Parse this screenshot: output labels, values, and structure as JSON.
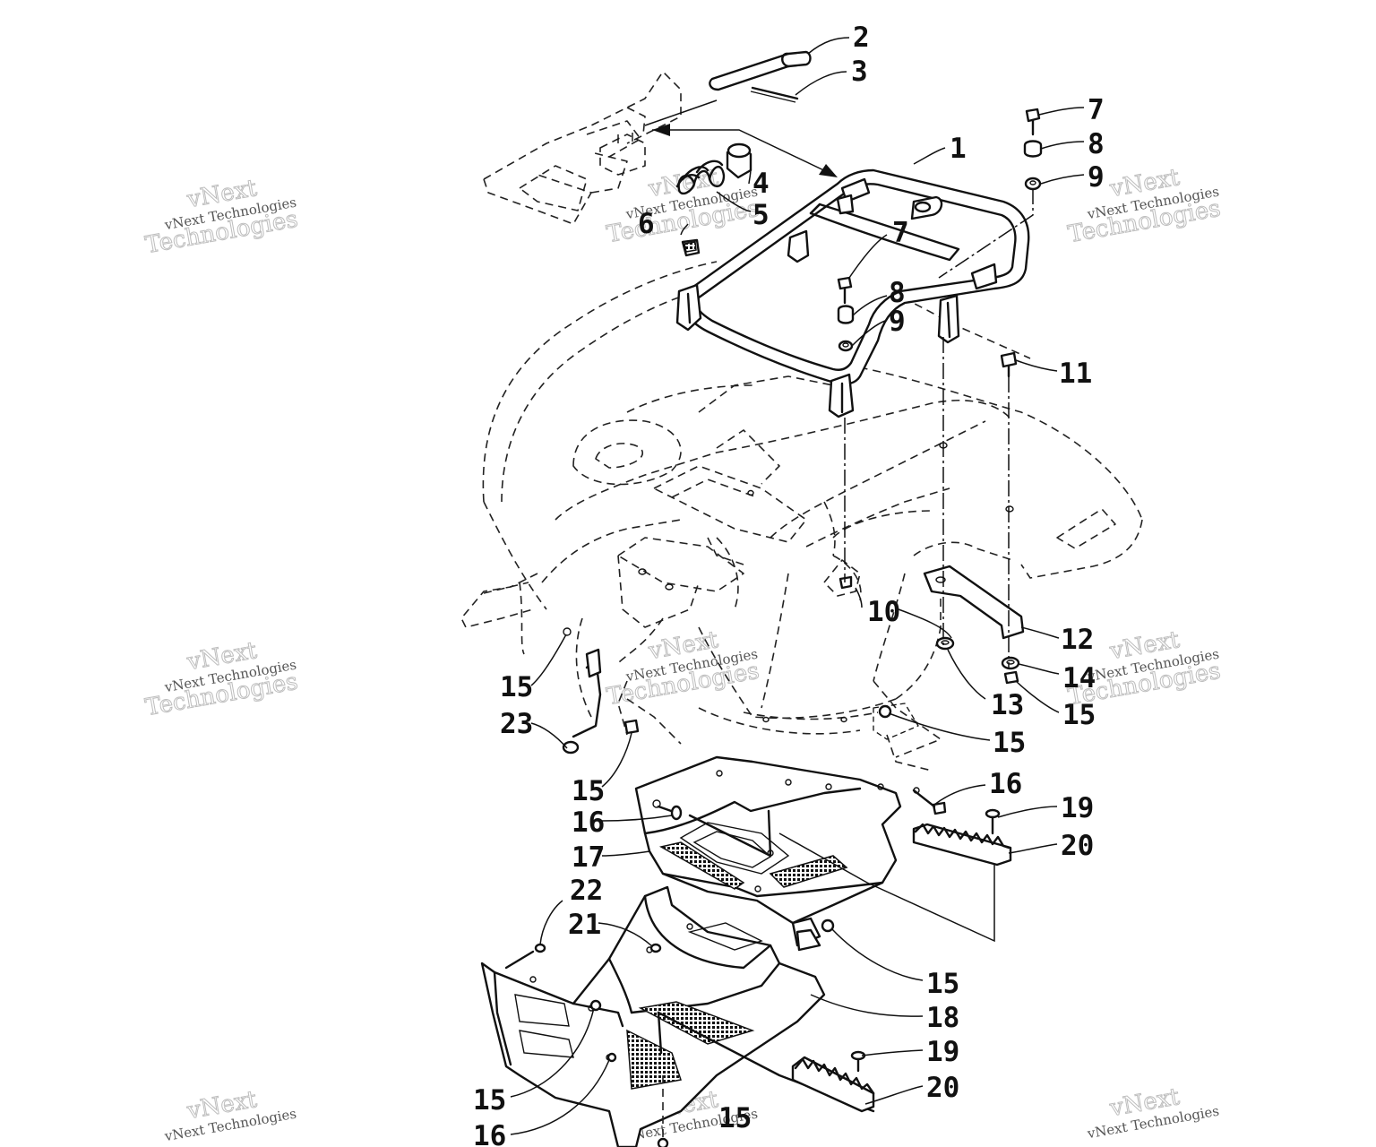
{
  "watermark": {
    "line1": "vNext",
    "line2": "Technologies",
    "caption": "vNext Technologies"
  },
  "callouts": [
    {
      "id": "c1",
      "text": "1"
    },
    {
      "id": "c2",
      "text": "2"
    },
    {
      "id": "c3",
      "text": "3"
    },
    {
      "id": "c4",
      "text": "4"
    },
    {
      "id": "c5",
      "text": "5"
    },
    {
      "id": "c6",
      "text": "6"
    },
    {
      "id": "c7a",
      "text": "7"
    },
    {
      "id": "c7b",
      "text": "7"
    },
    {
      "id": "c8a",
      "text": "8"
    },
    {
      "id": "c8b",
      "text": "8"
    },
    {
      "id": "c9a",
      "text": "9"
    },
    {
      "id": "c9b",
      "text": "9"
    },
    {
      "id": "c10",
      "text": "10"
    },
    {
      "id": "c11",
      "text": "11"
    },
    {
      "id": "c12",
      "text": "12"
    },
    {
      "id": "c13",
      "text": "13"
    },
    {
      "id": "c14",
      "text": "14"
    },
    {
      "id": "c15a",
      "text": "15"
    },
    {
      "id": "c15b",
      "text": "15"
    },
    {
      "id": "c15c",
      "text": "15"
    },
    {
      "id": "c15d",
      "text": "15"
    },
    {
      "id": "c15e",
      "text": "15"
    },
    {
      "id": "c15f",
      "text": "15"
    },
    {
      "id": "c15g",
      "text": "15"
    },
    {
      "id": "c16a",
      "text": "16"
    },
    {
      "id": "c16b",
      "text": "16"
    },
    {
      "id": "c16c",
      "text": "16"
    },
    {
      "id": "c17",
      "text": "17"
    },
    {
      "id": "c18",
      "text": "18"
    },
    {
      "id": "c19a",
      "text": "19"
    },
    {
      "id": "c19b",
      "text": "19"
    },
    {
      "id": "c20a",
      "text": "20"
    },
    {
      "id": "c20b",
      "text": "20"
    },
    {
      "id": "c21",
      "text": "21"
    },
    {
      "id": "c22",
      "text": "22"
    },
    {
      "id": "c23",
      "text": "23"
    }
  ]
}
